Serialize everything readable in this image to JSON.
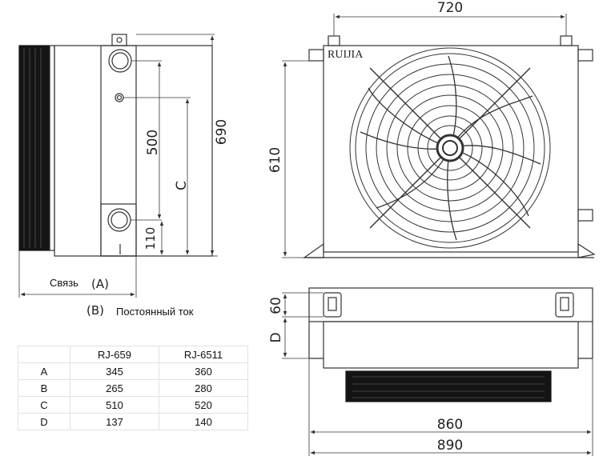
{
  "drawing": {
    "dims": {
      "width_720": "720",
      "height_690": "690",
      "height_500": "500",
      "dim_c": "C",
      "dim_110": "110",
      "height_610": "610",
      "dim_60": "60",
      "dim_d": "D",
      "width_860": "860",
      "width_890": "890"
    },
    "brand": "RUIJIA",
    "label_a": "(A)",
    "label_b": "(B)",
    "caption_a": "Связь",
    "caption_b": "Постоянный ток"
  },
  "table": {
    "headers": [
      "",
      "RJ-659",
      "RJ-6511"
    ],
    "rows": [
      [
        "A",
        "345",
        "360"
      ],
      [
        "B",
        "265",
        "280"
      ],
      [
        "C",
        "510",
        "520"
      ],
      [
        "D",
        "137",
        "140"
      ]
    ]
  }
}
